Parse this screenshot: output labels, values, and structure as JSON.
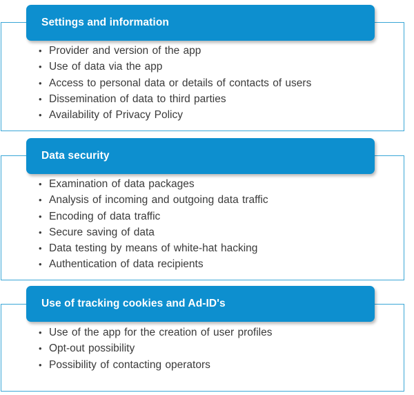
{
  "sections": [
    {
      "title": "Settings and information",
      "bullet": "•",
      "items": [
        "Provider and version of the app",
        "Use of data via the app",
        "Access to personal data or details of contacts of users",
        "Dissemination of data to third parties",
        "Availability of Privacy Policy"
      ]
    },
    {
      "title": "Data security",
      "bullet": "•",
      "items": [
        "Examination of data packages",
        "Analysis of incoming and outgoing data traffic",
        "Encoding of data traffic",
        "Secure saving of data",
        "Data testing by means of white-hat hacking",
        "Authentication of data recipients"
      ]
    },
    {
      "title": "Use of tracking cookies and Ad-ID's",
      "bullet": "•",
      "items": [
        "Use of the app for the creation of user profiles",
        "Opt-out possibility",
        "Possibility of contacting operators"
      ]
    }
  ],
  "colors": {
    "header_fill": "#0d8fcf",
    "header_text": "#ffffff",
    "box_border": "#39a6d6",
    "body_text": "#3a3a3a"
  }
}
